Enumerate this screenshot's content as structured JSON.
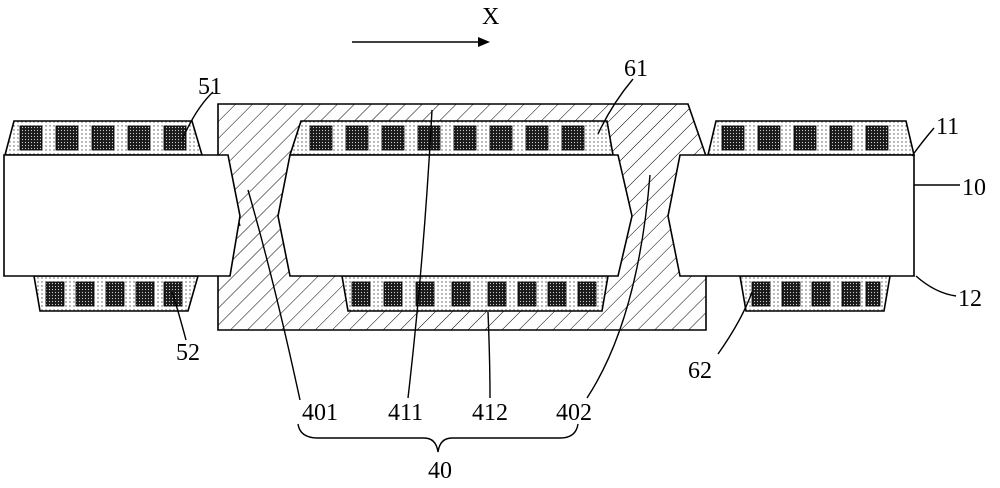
{
  "axis": {
    "direction_label": "X"
  },
  "labels": {
    "l51": "51",
    "l61": "61",
    "l11": "11",
    "l10": "10",
    "l12": "12",
    "l52": "52",
    "l62": "62",
    "l401": "401",
    "l411": "411",
    "l412": "412",
    "l402": "402",
    "l40": "40"
  },
  "colors": {
    "line": "#000000",
    "background": "#ffffff",
    "cell_dark": "#1a1a1a",
    "cell_light": "#e8e8e8"
  }
}
